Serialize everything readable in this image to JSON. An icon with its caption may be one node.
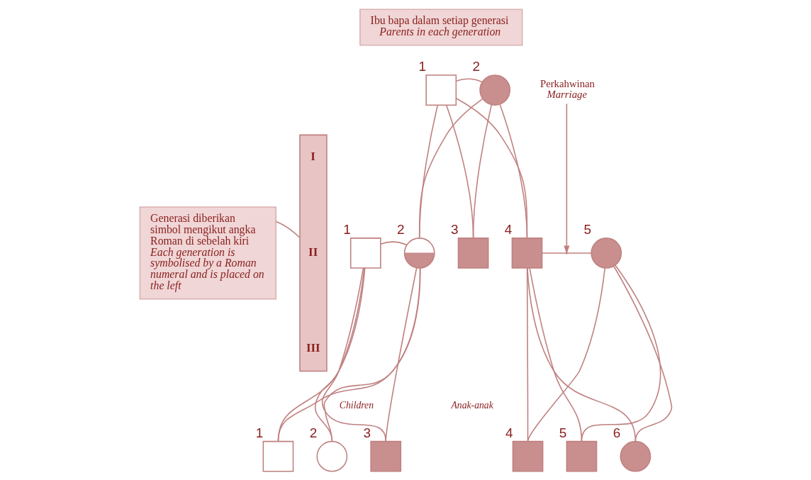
{
  "diagram": {
    "nodes": [
      {
        "text": [
          "Ibu bapa dalam setiap generasi",
          "Parents in each generation"
        ]
      },
      {
        "text": [
          "I",
          "II",
          "III"
        ]
      },
      {
        "text": [
          "Generasi diberikan simbol mengikut angka Roman di sebelah kiri",
          "Each generation is symbolised by a Roman numeral and is placed on the left"
        ]
      },
      {
        "text": [],
        "shape": "box",
        "beside": [
          "1"
        ]
      },
      {
        "text": [],
        "shape": "circle",
        "beside": [
          "2"
        ]
      },
      {
        "text": [
          "Perkahwinan",
          "Marriage"
        ]
      },
      {
        "text": [],
        "shape": "box",
        "beside": [
          "1"
        ]
      },
      {
        "text": [],
        "shape": "circle",
        "beside": [
          "2"
        ]
      },
      {
        "text": [],
        "shape": "box",
        "beside": [
          "3"
        ]
      },
      {
        "text": [],
        "shape": "box",
        "beside": [
          "4"
        ]
      },
      {
        "text": [],
        "shape": "circle",
        "beside": [
          "5"
        ]
      },
      {
        "text": [],
        "shape": "box",
        "beside": [
          "1"
        ]
      },
      {
        "text": [],
        "shape": "circle",
        "beside": [
          "2"
        ]
      },
      {
        "text": [],
        "shape": "box",
        "beside": [
          "3"
        ]
      },
      {
        "text": [],
        "shape": "box",
        "beside": [
          "4"
        ]
      },
      {
        "text": [],
        "shape": "box",
        "beside": [
          "5"
        ]
      },
      {
        "text": [],
        "shape": "circle",
        "beside": [
          "6"
        ]
      }
    ],
    "edges": [
      {
        "from": 2,
        "to": 1,
        "arrow": "none"
      },
      {
        "from": 3,
        "to": 4,
        "arrow": "none"
      },
      {
        "from": 3,
        "to": 7,
        "arrow": "none"
      },
      {
        "from": 3,
        "to": 8,
        "arrow": "none"
      },
      {
        "from": 3,
        "to": 9,
        "arrow": "none"
      },
      {
        "from": 4,
        "to": 7,
        "arrow": "none"
      },
      {
        "from": 4,
        "to": 8,
        "arrow": "none"
      },
      {
        "from": 4,
        "to": 9,
        "arrow": "none"
      },
      {
        "from": 6,
        "to": 7,
        "arrow": "none"
      },
      {
        "from": 6,
        "to": 11,
        "arrow": "none"
      },
      {
        "from": 6,
        "to": 12,
        "arrow": "none"
      },
      {
        "from": 6,
        "to": 13,
        "arrow": "none"
      },
      {
        "from": 7,
        "to": 11,
        "arrow": "none"
      },
      {
        "from": 7,
        "to": 12,
        "arrow": "none"
      },
      {
        "from": 7,
        "to": 13,
        "arrow": "none"
      },
      {
        "from": 9,
        "to": 10,
        "arrow": "none"
      },
      {
        "from": 9,
        "to": 14,
        "arrow": "none"
      },
      {
        "from": 9,
        "to": 15,
        "arrow": "none"
      },
      {
        "from": 9,
        "to": 16,
        "arrow": "none"
      },
      {
        "from": 10,
        "to": 14,
        "arrow": "none"
      },
      {
        "from": 10,
        "to": 15,
        "arrow": "none"
      },
      {
        "from": 10,
        "to": 16,
        "arrow": "none"
      },
      {
        "from": 5,
        "to": null,
        "arrow": "to"
      }
    ],
    "labels": [
      "Anak-anak",
      "Children"
    ]
  }
}
